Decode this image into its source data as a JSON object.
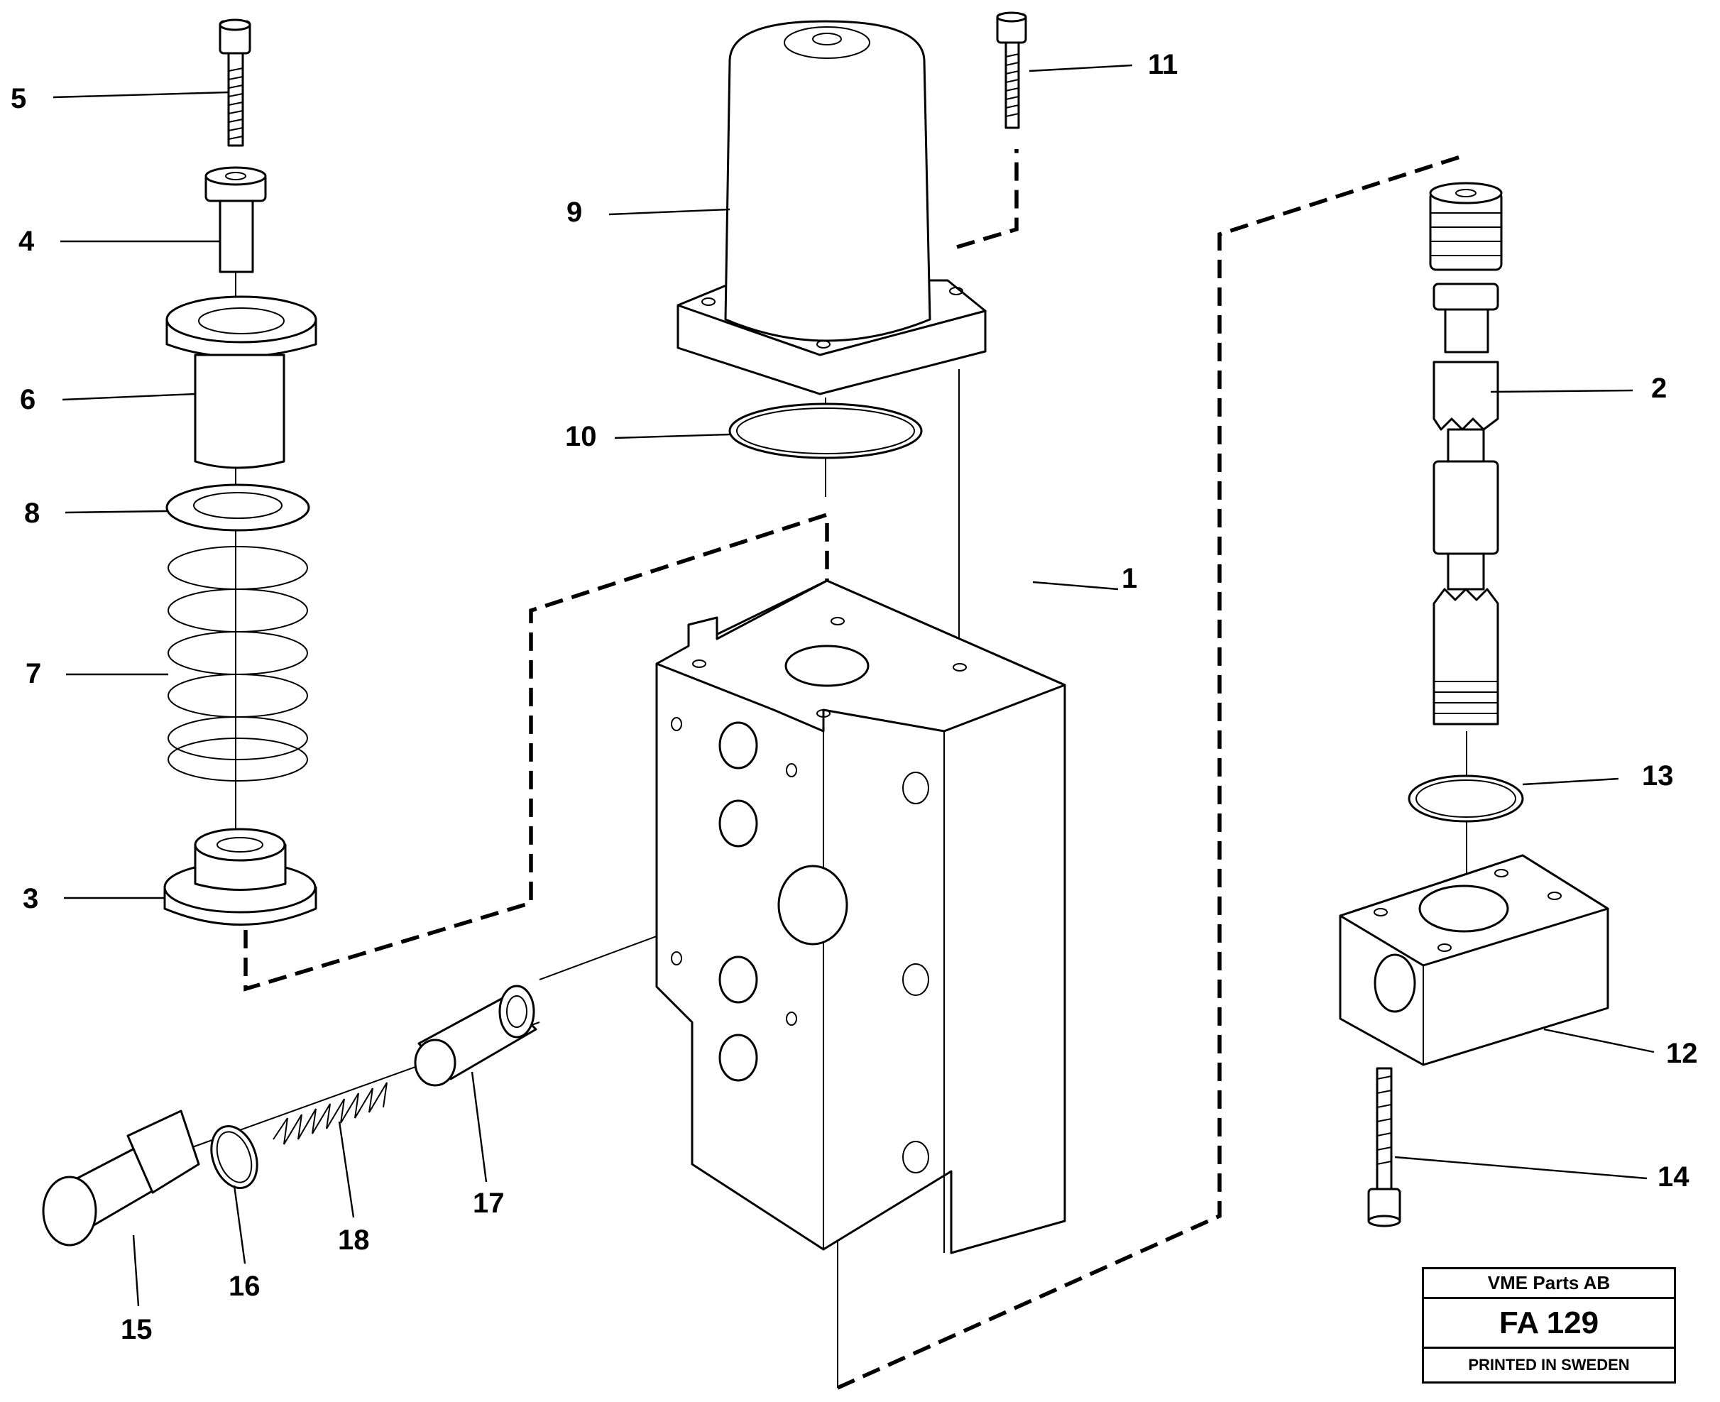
{
  "callouts": [
    {
      "id": "1",
      "label": "1"
    },
    {
      "id": "2",
      "label": "2"
    },
    {
      "id": "3",
      "label": "3"
    },
    {
      "id": "4",
      "label": "4"
    },
    {
      "id": "5",
      "label": "5"
    },
    {
      "id": "6",
      "label": "6"
    },
    {
      "id": "7",
      "label": "7"
    },
    {
      "id": "8",
      "label": "8"
    },
    {
      "id": "9",
      "label": "9"
    },
    {
      "id": "10",
      "label": "10"
    },
    {
      "id": "11",
      "label": "11"
    },
    {
      "id": "12",
      "label": "12"
    },
    {
      "id": "13",
      "label": "13"
    },
    {
      "id": "14",
      "label": "14"
    },
    {
      "id": "15",
      "label": "15"
    },
    {
      "id": "16",
      "label": "16"
    },
    {
      "id": "17",
      "label": "17"
    },
    {
      "id": "18",
      "label": "18"
    }
  ],
  "stamp": {
    "company": "VME Parts AB",
    "code": "FA 129",
    "footer": "PRINTED IN SWEDEN"
  }
}
